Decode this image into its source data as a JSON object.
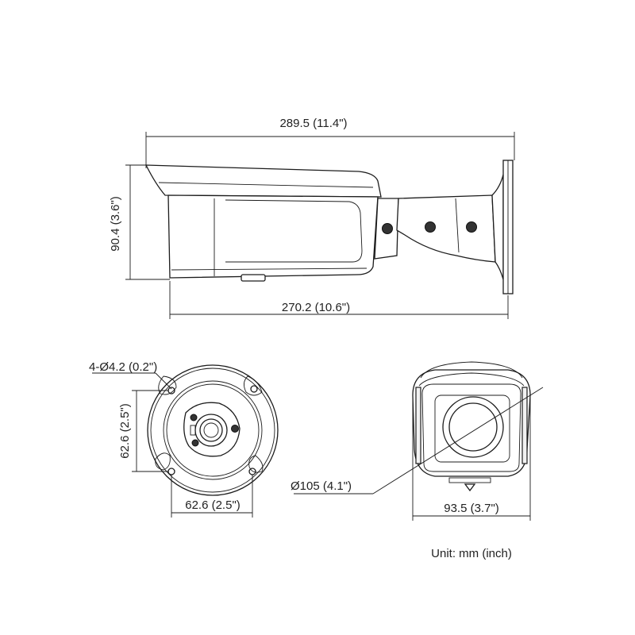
{
  "dimensions": {
    "overall_length": "289.5 (11.4\")",
    "height": "90.4 (3.6\")",
    "body_length": "270.2 (10.6\")",
    "mount_holes": "4-Ø4.2 (0.2\")",
    "hole_spacing_vertical": "62.6 (2.5\")",
    "hole_spacing_horizontal": "62.6 (2.5\")",
    "front_diameter": "Ø105 (4.1\")",
    "front_width": "93.5 (3.7\")"
  },
  "unit_note": "Unit: mm (inch)",
  "colors": {
    "line": "#1c1c1c",
    "background": "#ffffff"
  }
}
